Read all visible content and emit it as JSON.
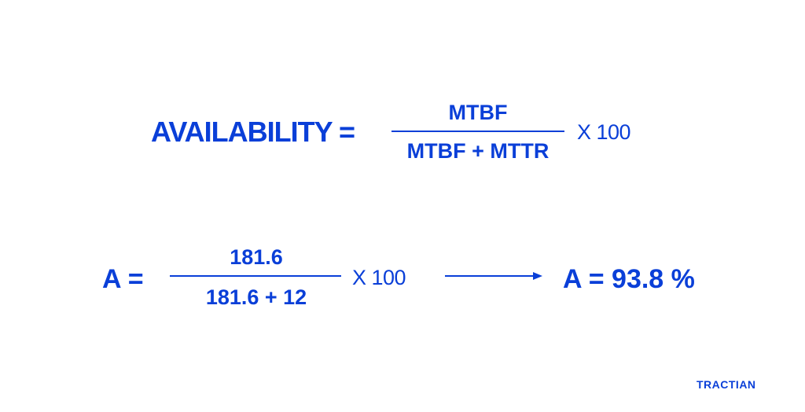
{
  "formula_general": {
    "lhs": "AVAILABILITY =",
    "numerator": "MTBF",
    "denominator": "MTBF + MTTR",
    "multiplier": "X 100"
  },
  "formula_example": {
    "lhs": "A =",
    "numerator": "181.6",
    "denominator": "181.6 + 12",
    "multiplier": "X 100",
    "result": "A = 93.8 %"
  },
  "brand": {
    "logo_text": "TRACTIAN"
  },
  "colors": {
    "accent": "#0a3fd8",
    "background": "#ffffff"
  },
  "icons": {
    "arrow": "right-arrow-icon"
  }
}
